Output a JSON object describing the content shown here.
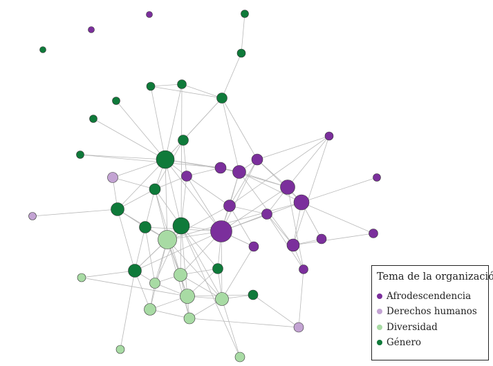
{
  "legend": {
    "title": "Tema de la organización",
    "items": [
      {
        "key": "afro",
        "label": "Afrodescendencia",
        "color": "#7b2f9c"
      },
      {
        "key": "dh",
        "label": "Derechos humanos",
        "color": "#c3a3d3"
      },
      {
        "key": "div",
        "label": "Diversidad",
        "color": "#a8dba4"
      },
      {
        "key": "gen",
        "label": "Género",
        "color": "#0f7a3a"
      }
    ]
  },
  "colors": {
    "edge": "#b8b8b8",
    "node_outline": "#333333"
  }
}
